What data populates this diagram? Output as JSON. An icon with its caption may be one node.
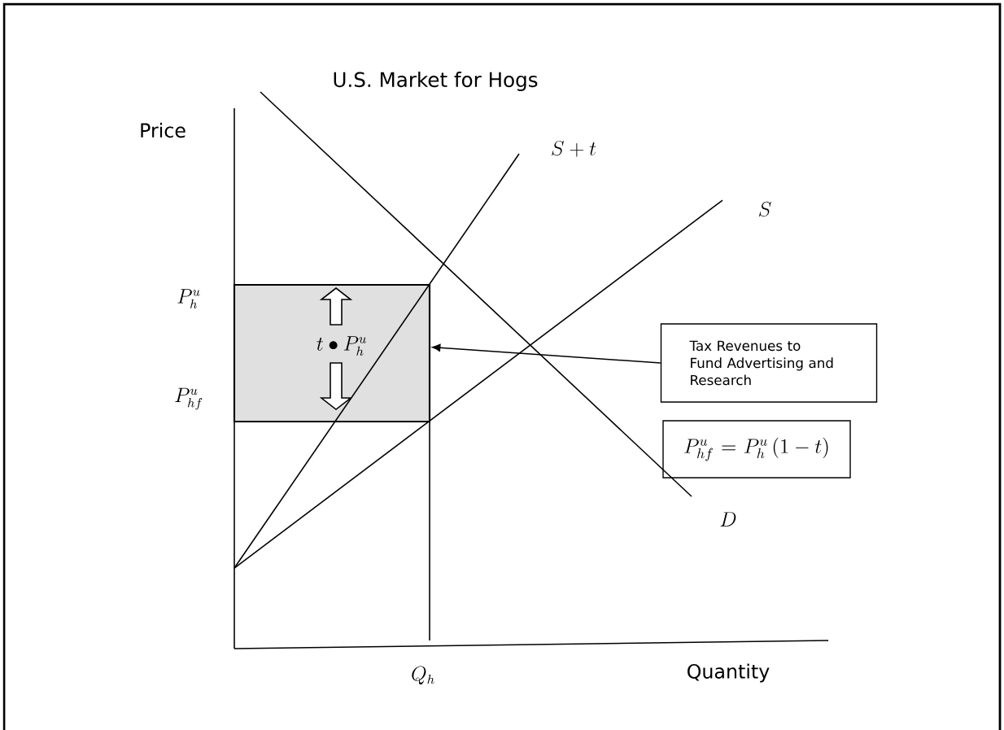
{
  "diagram": {
    "title": "U.S. Market for Hogs",
    "nodes": [
      {
        "text": [
          "Tax Revenues to Fund Advertising and Research"
        ]
      },
      {
        "text": [],
        "shape": "box"
      },
      {
        "text": [
          "P^{u}_{hf} = P^{u}_{h}\\left(1-t\\right)"
        ]
      }
    ],
    "edges": [
      {
        "from": 0,
        "to": 1,
        "arrow": "to"
      }
    ],
    "labels": [
      "Price",
      "S+t",
      "S",
      "P^{u}_{h}",
      "t \\bullet P^{u}_{h}",
      "P^{u}_{hf}",
      "D",
      "Q_{h}",
      "Quantity"
    ]
  }
}
